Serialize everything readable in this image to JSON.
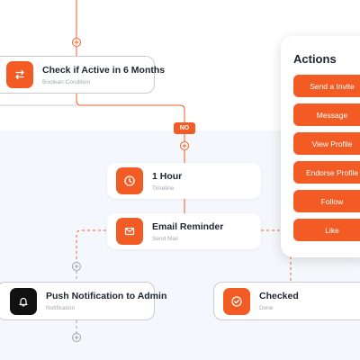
{
  "workflow": {
    "nodes": {
      "check_active": {
        "title": "Check if Active in 6 Months",
        "subtitle": "Boolean Condition",
        "icon": "swap-icon"
      },
      "timer": {
        "title": "1 Hour",
        "subtitle": "Timeline",
        "icon": "clock-icon"
      },
      "email": {
        "title": "Email Reminder",
        "subtitle": "Send Mail",
        "icon": "mail-icon"
      },
      "push": {
        "title": "Push Notification to Admin",
        "subtitle": "Notification",
        "icon": "bell-icon"
      },
      "checked": {
        "title": "Checked",
        "subtitle": "Done",
        "icon": "check-circle-icon"
      }
    },
    "branch_label": "NO"
  },
  "actions_panel": {
    "title": "Actions",
    "items": [
      "Send a Invite",
      "Message",
      "View Profile",
      "Endorse Profile",
      "Follow",
      "Like"
    ]
  },
  "colors": {
    "accent": "#f25c24",
    "node_border": "#c9cdd3",
    "canvas_bg": "#f4f7fb",
    "dark_icon": "#111111"
  }
}
